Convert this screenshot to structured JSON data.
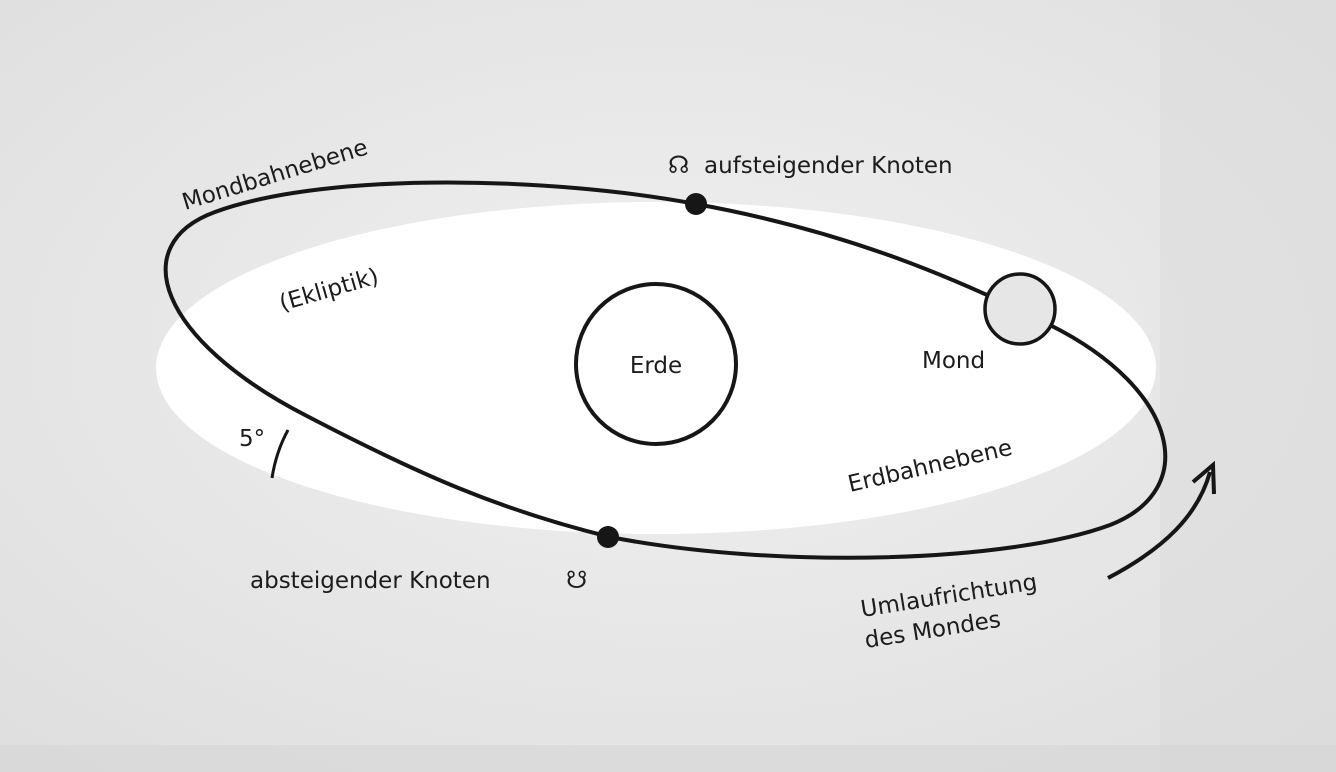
{
  "labels": {
    "orbit_plane": "Mondbahnebene",
    "ecliptic": "(Ekliptik)",
    "earth": "Erde",
    "moon": "Mond",
    "earth_orbit_plane": "Erdbahnebene",
    "angle": "5°",
    "ascending_node": "aufsteigender Knoten",
    "ascending_symbol": "☊",
    "descending_node": "absteigender Knoten",
    "descending_symbol": "☋",
    "direction_line1": "Umlaufrichtung",
    "direction_line2": "des Mondes"
  },
  "colors": {
    "background": "#e8e8e8",
    "ecliptic_fill": "#ffffff",
    "stroke": "#161616"
  }
}
